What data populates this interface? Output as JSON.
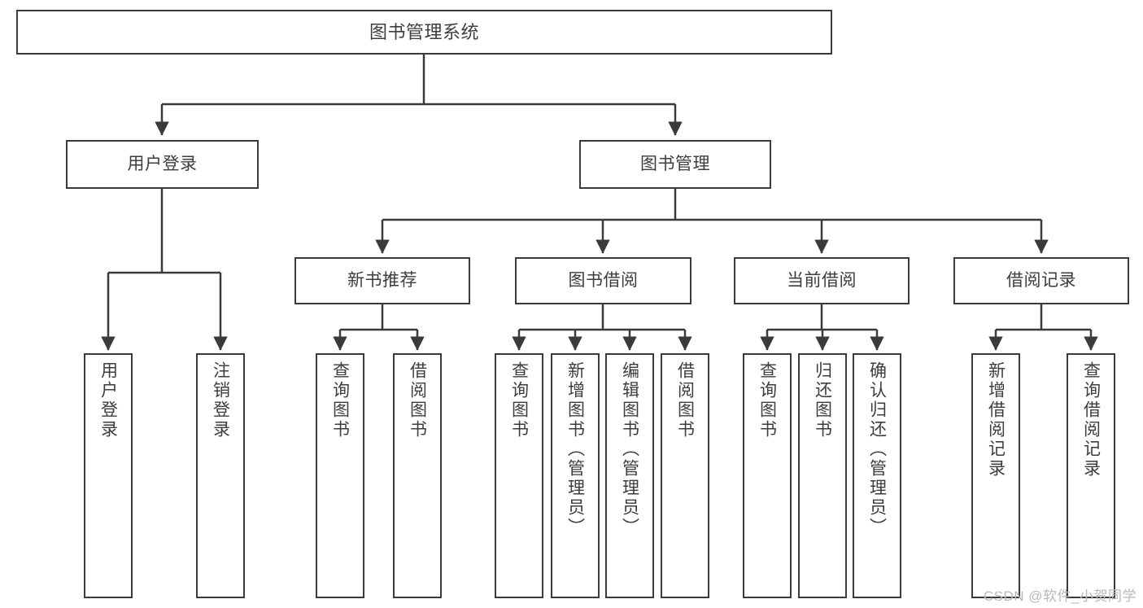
{
  "diagram": {
    "title": "图书管理系统",
    "watermark": "CSDN @软件_小贺同学",
    "style": {
      "box_border_color": "#3a3a3a",
      "box_fill_color": "#ffffff",
      "text_color": "#3d3d3d",
      "connector_color": "#3a3a3a",
      "background": "#ffffff"
    },
    "levels": {
      "root": "图书管理系统",
      "level2": [
        "用户登录",
        "图书管理"
      ],
      "level3": [
        "新书推荐",
        "图书借阅",
        "当前借阅",
        "借阅记录"
      ]
    },
    "nodes": {
      "root": {
        "label": "图书管理系统"
      },
      "user_login": {
        "label": "用户登录"
      },
      "book_manage": {
        "label": "图书管理"
      },
      "new_book_rec": {
        "label": "新书推荐"
      },
      "book_borrow": {
        "label": "图书借阅"
      },
      "current_borrow": {
        "label": "当前借阅"
      },
      "borrow_record": {
        "label": "借阅记录"
      },
      "leaf_user_login": {
        "label": "用户登录"
      },
      "leaf_logout": {
        "label": "注销登录"
      },
      "leaf_query_book_1": {
        "label": "查询图书"
      },
      "leaf_borrow_book_1": {
        "label": "借阅图书"
      },
      "leaf_query_book_2": {
        "label": "查询图书"
      },
      "leaf_add_book_admin": {
        "label": "新增图书（管理员）"
      },
      "leaf_edit_book_admin": {
        "label": "编辑图书（管理员）"
      },
      "leaf_borrow_book_2": {
        "label": "借阅图书"
      },
      "leaf_query_book_3": {
        "label": "查询图书"
      },
      "leaf_return_book": {
        "label": "归还图书"
      },
      "leaf_confirm_return_admin": {
        "label": "确认归还（管理员）"
      },
      "leaf_add_record": {
        "label": "新增借阅记录"
      },
      "leaf_query_record": {
        "label": "查询借阅记录"
      }
    }
  }
}
